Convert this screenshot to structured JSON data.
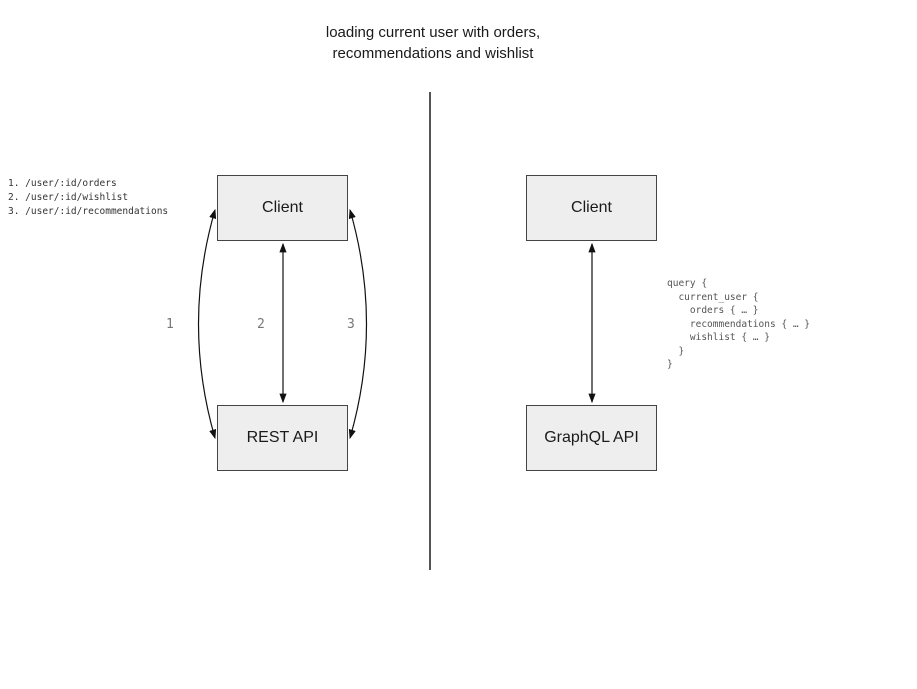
{
  "title": {
    "line1": "loading current user with orders,",
    "line2": "recommendations and wishlist"
  },
  "left_panel": {
    "endpoints": [
      "1. /user/:id/orders",
      "2. /user/:id/wishlist",
      "3. /user/:id/recommendations"
    ],
    "client_box_label": "Client",
    "api_box_label": "REST API",
    "arrow_labels": [
      "1",
      "2",
      "3"
    ]
  },
  "right_panel": {
    "client_box_label": "Client",
    "api_box_label": "GraphQL API",
    "query_lines": [
      "query {",
      "  current_user {",
      "    orders { … }",
      "    recommendations { … }",
      "    wishlist { … }",
      "  }",
      "}"
    ]
  },
  "colors": {
    "box_fill": "#eeeeee",
    "box_border": "#444444",
    "arrow": "#111111",
    "divider": "#555555",
    "label_gray": "#777777"
  }
}
